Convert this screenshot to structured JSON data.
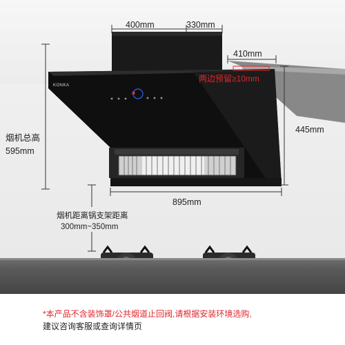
{
  "dimensions": {
    "duct_width": "400mm",
    "duct_depth": "330mm",
    "top_depth": "410mm",
    "side_clearance": "两边预留≥10mm",
    "hood_height": "445mm",
    "total_height_label": "烟机总高",
    "total_height_value": "595mm",
    "hood_width": "895mm",
    "stove_distance_label": "烟机距离锅支架距离",
    "stove_distance_value": "300mm~350mm"
  },
  "product": {
    "brand_mark": "KONKA",
    "display_glyph": "ǝ"
  },
  "footnote": {
    "line1": "*本产品不含装饰罩/公共烟道止回阀,请根据安装环境选购,",
    "line2": "建议咨询客服或查询详情页"
  },
  "colors": {
    "accent_red": "#e0262b",
    "hood_black": "#111111",
    "counter_grey": "#555555"
  }
}
